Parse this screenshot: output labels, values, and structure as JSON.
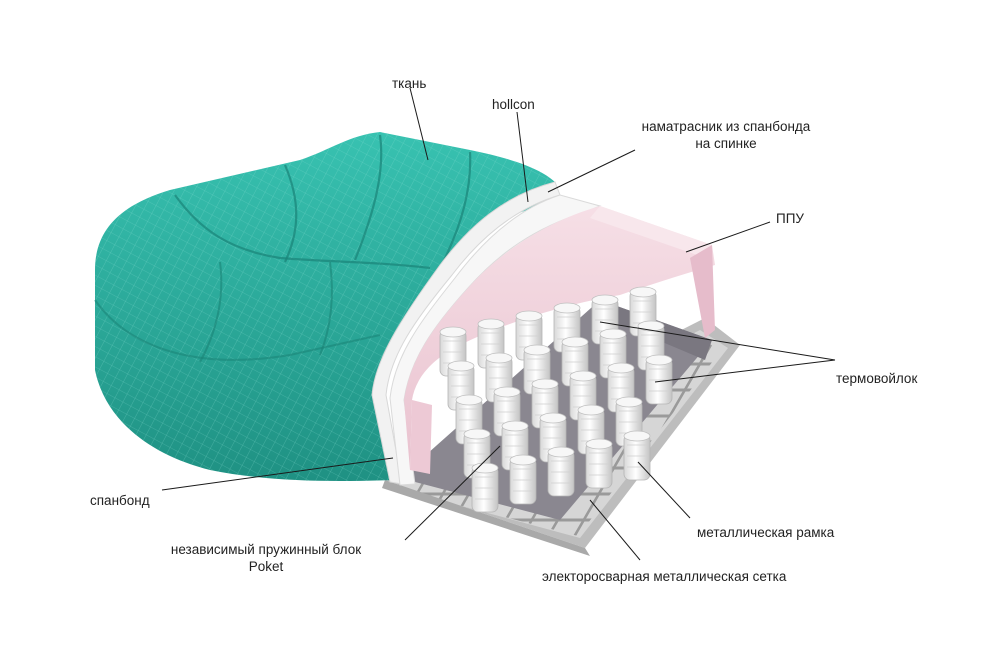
{
  "labels": {
    "fabric": "ткань",
    "hollcon": "hollcon",
    "topper_line1": "наматрасник из спанбонда",
    "topper_line2": "на спинке",
    "ppu": "ППУ",
    "felt": "термовойлок",
    "spunbond": "спанбонд",
    "spring_block_line1": "независимый пружинный блок",
    "spring_block_line2": "Poket",
    "metal_frame": "металлическая рамка",
    "welded_mesh": "электоросварная металлическая сетка"
  },
  "colors": {
    "fabric": "#2fb5a4",
    "fabric_dark": "#1f8c80",
    "foam_pink": "#f1d3dc",
    "hollcon_white": "#f4f4f4",
    "felt_gray": "#8a8790",
    "frame_gray": "#c9c9c9",
    "leader": "#1a1a1a"
  }
}
